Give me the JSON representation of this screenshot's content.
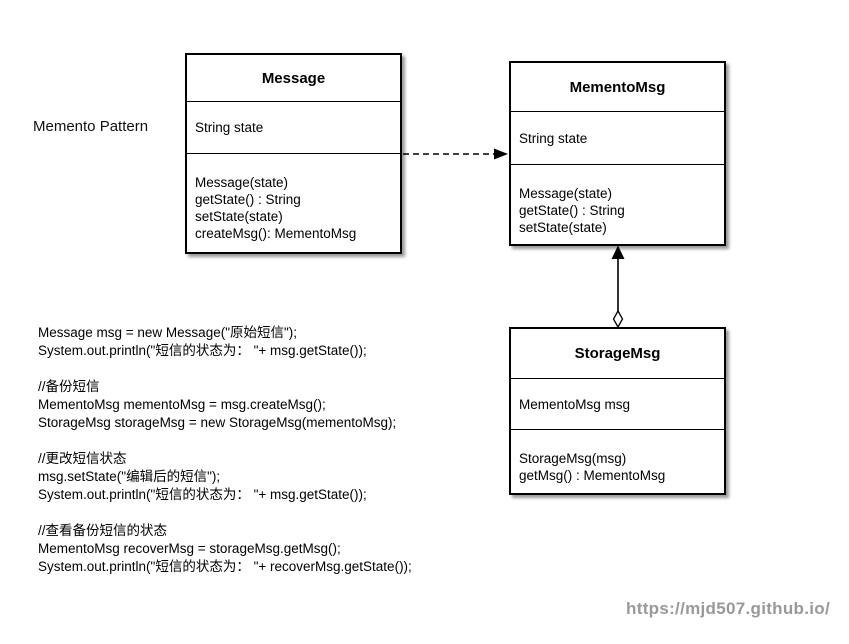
{
  "diagram": {
    "label": "Memento Pattern",
    "classes": [
      {
        "name": "Message",
        "attributes": [
          "String state"
        ],
        "methods": [
          "Message(state)",
          "getState() : String",
          "setState(state)",
          "createMsg(): MementoMsg"
        ]
      },
      {
        "name": "MementoMsg",
        "attributes": [
          "String state"
        ],
        "methods": [
          "Message(state)",
          "getState() : String",
          "setState(state)"
        ]
      },
      {
        "name": "StorageMsg",
        "attributes": [
          "MementoMsg msg"
        ],
        "methods": [
          "StorageMsg(msg)",
          "getMsg() : MementoMsg"
        ]
      }
    ],
    "relations": [
      {
        "from": "Message",
        "to": "MementoMsg",
        "type": "dashed-dependency-arrow"
      },
      {
        "from": "StorageMsg",
        "to": "MementoMsg",
        "type": "aggregation-arrow-with-open-diamond"
      }
    ]
  },
  "code": {
    "lines": [
      "Message msg = new Message(\"原始短信\");",
      "System.out.println(\"短信的状态为： \"+ msg.getState());",
      "",
      "//备份短信",
      "MementoMsg mementoMsg = msg.createMsg();",
      "StorageMsg storageMsg = new StorageMsg(mementoMsg);",
      "",
      "//更改短信状态",
      "msg.setState(\"编辑后的短信\");",
      "System.out.println(\"短信的状态为： \"+ msg.getState());",
      "",
      "//查看备份短信的状态",
      "MementoMsg recoverMsg = storageMsg.getMsg();",
      "System.out.println(\"短信的状态为： \"+ recoverMsg.getState());"
    ]
  },
  "footer": {
    "url": "https://mjd507.github.io/"
  },
  "colors": {
    "background": "#ffffff",
    "line": "#000000",
    "footer_text": "#999999"
  }
}
